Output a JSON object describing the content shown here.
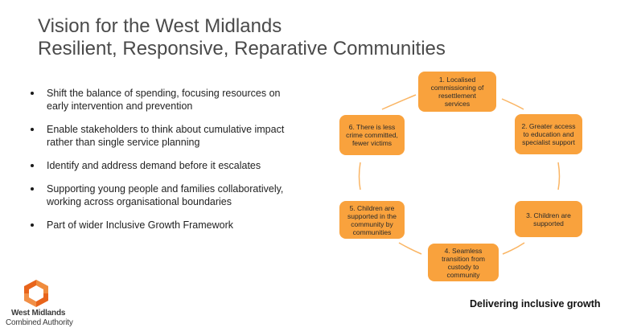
{
  "slide": {
    "title_line1": "Vision for the West Midlands",
    "title_line2": "Resilient, Responsive, Reparative Communities",
    "bullets": [
      "Shift the balance of spending, focusing resources on early intervention and prevention",
      "Enable stakeholders to think about cumulative impact rather than single service planning",
      "Identify and address demand before it escalates",
      "Supporting young people and families collaboratively, working across organisational boundaries",
      "Part of wider Inclusive Growth Framework"
    ],
    "tagline": "Delivering inclusive growth"
  },
  "logo": {
    "line1": "West Midlands",
    "line2": "Combined Authority",
    "icon": "hexagon-ring-icon",
    "color_dark": "#e8641b",
    "color_light": "#f39a4a"
  },
  "cycle": {
    "node_color": "#f9a23d",
    "connector_color": "#f9a23d",
    "nodes": [
      {
        "label": "1. Localised commissioning of resettlement services"
      },
      {
        "label": "2. Greater access to education and specialist support"
      },
      {
        "label": "3. Children are supported"
      },
      {
        "label": "4. Seamless transition from custody to community"
      },
      {
        "label": "5. Children are supported in the community by communities"
      },
      {
        "label": "6. There is less crime committed, fewer victims"
      }
    ]
  }
}
